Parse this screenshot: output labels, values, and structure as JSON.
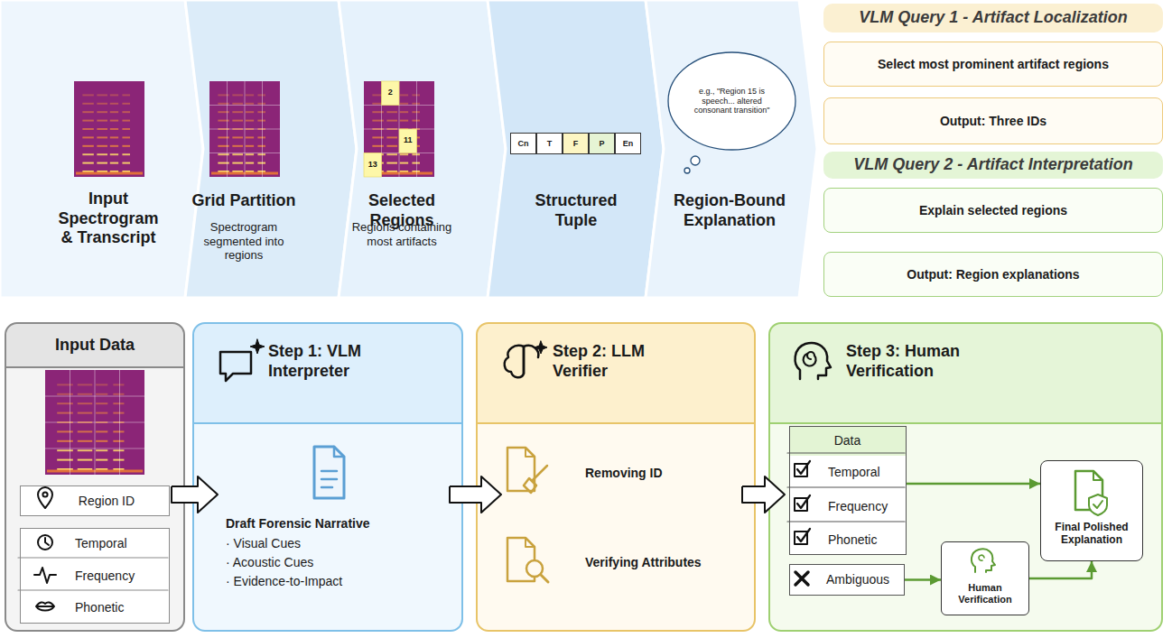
{
  "diagram": {
    "nodes": [
      {
        "text": [
          "Input Spectrogram & Transcript"
        ]
      },
      {
        "text": [
          "Grid Partition",
          "Spectrogram segmented into regions"
        ]
      },
      {
        "text": [
          "Selected Regions",
          "Regions containing most artifacts"
        ]
      },
      {
        "text": [
          "Structured Tuple"
        ]
      },
      {
        "text": [
          "Cn"
        ],
        "in": 3
      },
      {
        "text": [
          "T"
        ],
        "in": 3
      },
      {
        "text": [
          "F"
        ],
        "in": 3
      },
      {
        "text": [
          "P"
        ],
        "in": 3
      },
      {
        "text": [
          "En"
        ],
        "in": 3
      },
      {
        "text": [
          "Region-Bound Explanation"
        ]
      },
      {
        "text": [
          "e.g., \"Region 15 is speech... altered consonant transition\""
        ],
        "in": 9
      },
      {
        "text": [
          "VLM Query 1 - Artifact Localization"
        ]
      },
      {
        "text": [
          "Select most prominent artifact regions"
        ]
      },
      {
        "text": [
          "Output: Three IDs"
        ]
      },
      {
        "text": [
          "VLM Query 2 - Artifact Interpretation"
        ]
      },
      {
        "text": [
          "Explain selected regions"
        ]
      },
      {
        "text": [
          "Output: Region explanations"
        ]
      },
      {
        "text": [
          "Input Data"
        ]
      },
      {
        "text": [
          "Region ID"
        ],
        "in": 17
      },
      {
        "text": [
          "Temporal",
          "Frequency",
          "Phonetic"
        ],
        "in": 17
      },
      {
        "text": [
          "Step 1: VLM Interpreter",
          "Draft Forensic Narrative",
          "· Visual Cues",
          "· Acoustic Cues",
          "· Evidence-to-Impact"
        ]
      },
      {
        "text": [
          "Step 2: LLM Verifier",
          "Removing ID",
          "Verifying Attributes"
        ]
      },
      {
        "text": [
          "Step 3: Human Verification"
        ]
      },
      {
        "text": [
          "Data",
          "Temporal",
          "Frequency",
          "Phonetic"
        ],
        "in": 22
      },
      {
        "text": [
          "Ambiguous"
        ],
        "in": 22
      },
      {
        "text": [
          "Human Verification"
        ],
        "in": 22
      },
      {
        "text": [
          "Final Polished Explanation"
        ],
        "in": 22
      }
    ],
    "edges": [
      {
        "from": 17,
        "to": 20,
        "arrow": "to"
      },
      {
        "from": 20,
        "to": 21,
        "arrow": "to"
      },
      {
        "from": 21,
        "to": 22,
        "arrow": "to"
      },
      {
        "from": 23,
        "to": 26,
        "arrow": "to"
      },
      {
        "from": 24,
        "to": 25,
        "arrow": "to"
      },
      {
        "from": 25,
        "to": 26,
        "arrow": "to"
      }
    ],
    "labels": [
      "2",
      "11",
      "13"
    ]
  }
}
